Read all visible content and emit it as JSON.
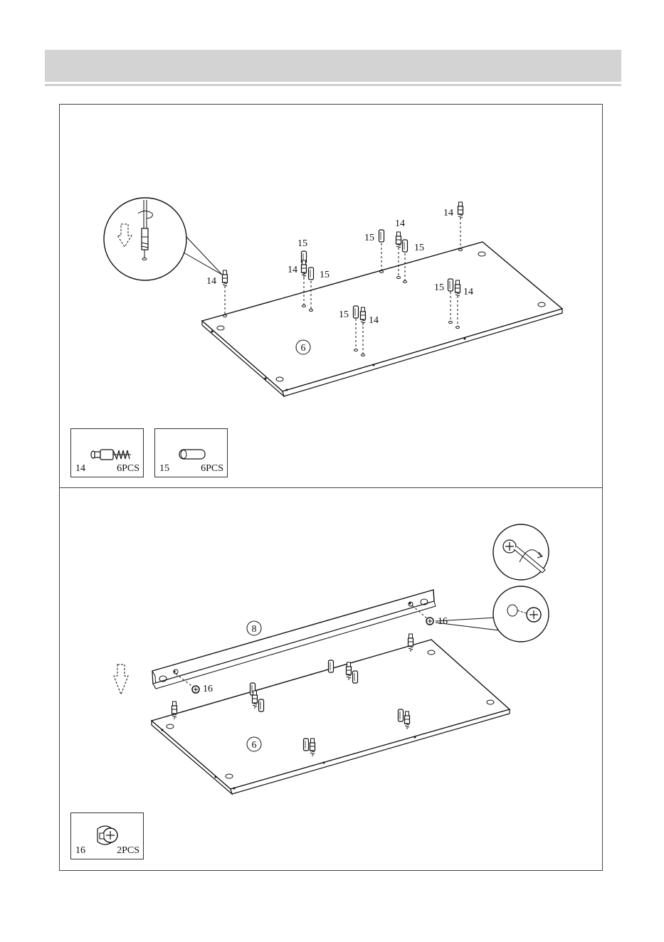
{
  "step1": {
    "panel_label": "6",
    "callout_label": "14",
    "parts": [
      {
        "number": "14",
        "quantity": "6PCS"
      },
      {
        "number": "15",
        "quantity": "6PCS"
      }
    ],
    "labels": [
      "14",
      "15",
      "14",
      "15",
      "15",
      "14",
      "15",
      "14",
      "14",
      "15",
      "14",
      "15",
      "14"
    ]
  },
  "step2": {
    "panel_label": "6",
    "rail_label": "8",
    "labels": [
      "16",
      "16",
      "16"
    ],
    "parts": [
      {
        "number": "16",
        "quantity": "2PCS"
      }
    ]
  }
}
